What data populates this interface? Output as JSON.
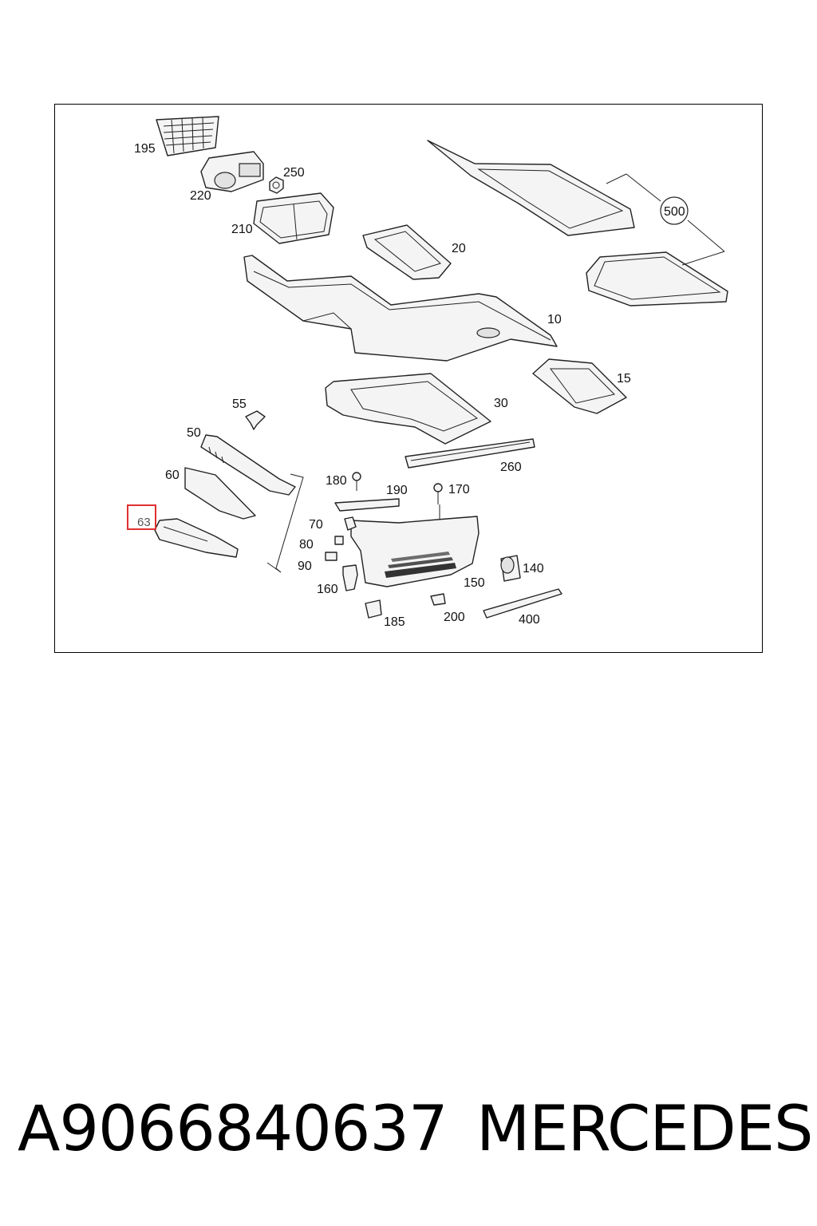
{
  "diagram": {
    "callouts": {
      "p195": "195",
      "p220": "220",
      "p250": "250",
      "p210": "210",
      "p20": "20",
      "p500": "500",
      "p10": "10",
      "p15": "15",
      "p55": "55",
      "p50": "50",
      "p30": "30",
      "p260": "260",
      "p60": "60",
      "p180": "180",
      "p190": "190",
      "p170": "170",
      "p63": "63",
      "p70": "70",
      "p80": "80",
      "p90": "90",
      "p140": "140",
      "p150": "150",
      "p160": "160",
      "p200": "200",
      "p185": "185",
      "p400": "400"
    },
    "highlighted_part": "63",
    "highlight_color": "#e03030"
  },
  "footer": {
    "part_number": "A9066840637",
    "brand": "MERCEDES"
  }
}
